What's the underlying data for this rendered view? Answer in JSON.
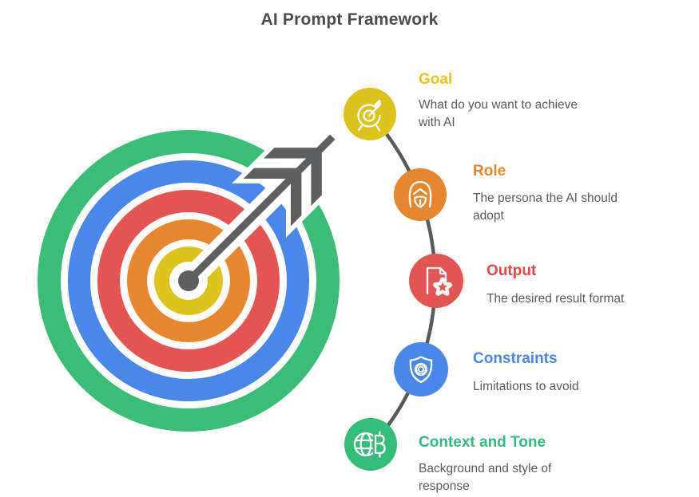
{
  "title": "AI Prompt Framework",
  "title_color": "#4d4d4d",
  "target": {
    "name": "bullseye-target-with-arrow",
    "arrow_color": "#5d5e60",
    "connector_color": "#58595b",
    "rings": [
      {
        "name": "outer-ring",
        "color": "#3bbc77"
      },
      {
        "name": "second-ring",
        "color": "#4a87e8"
      },
      {
        "name": "third-ring",
        "color": "#e25552"
      },
      {
        "name": "fourth-ring",
        "color": "#e4872f"
      },
      {
        "name": "bullseye-ring",
        "color": "#ddc41d"
      }
    ]
  },
  "items": [
    {
      "label": "Goal",
      "description": "What do you want to achieve with AI",
      "heading_color": "#e3c71c",
      "circle_color": "#ddc41d",
      "icon": "target-arrow-icon"
    },
    {
      "label": "Role",
      "description": "The persona the AI should adopt",
      "heading_color": "#e5862d",
      "circle_color": "#e4872f",
      "icon": "persona-icon"
    },
    {
      "label": "Output",
      "description": "The desired result format",
      "heading_color": "#e74744",
      "circle_color": "#e25552",
      "icon": "document-star-icon"
    },
    {
      "label": "Constraints",
      "description": "Limitations to avoid",
      "heading_color": "#4a86e8",
      "circle_color": "#4a87e8",
      "icon": "shield-gear-icon"
    },
    {
      "label": "Context and Tone",
      "description": "Background and style of response",
      "heading_color": "#2dbe7c",
      "circle_color": "#35bd7a",
      "icon": "globe-currency-icon"
    }
  ]
}
